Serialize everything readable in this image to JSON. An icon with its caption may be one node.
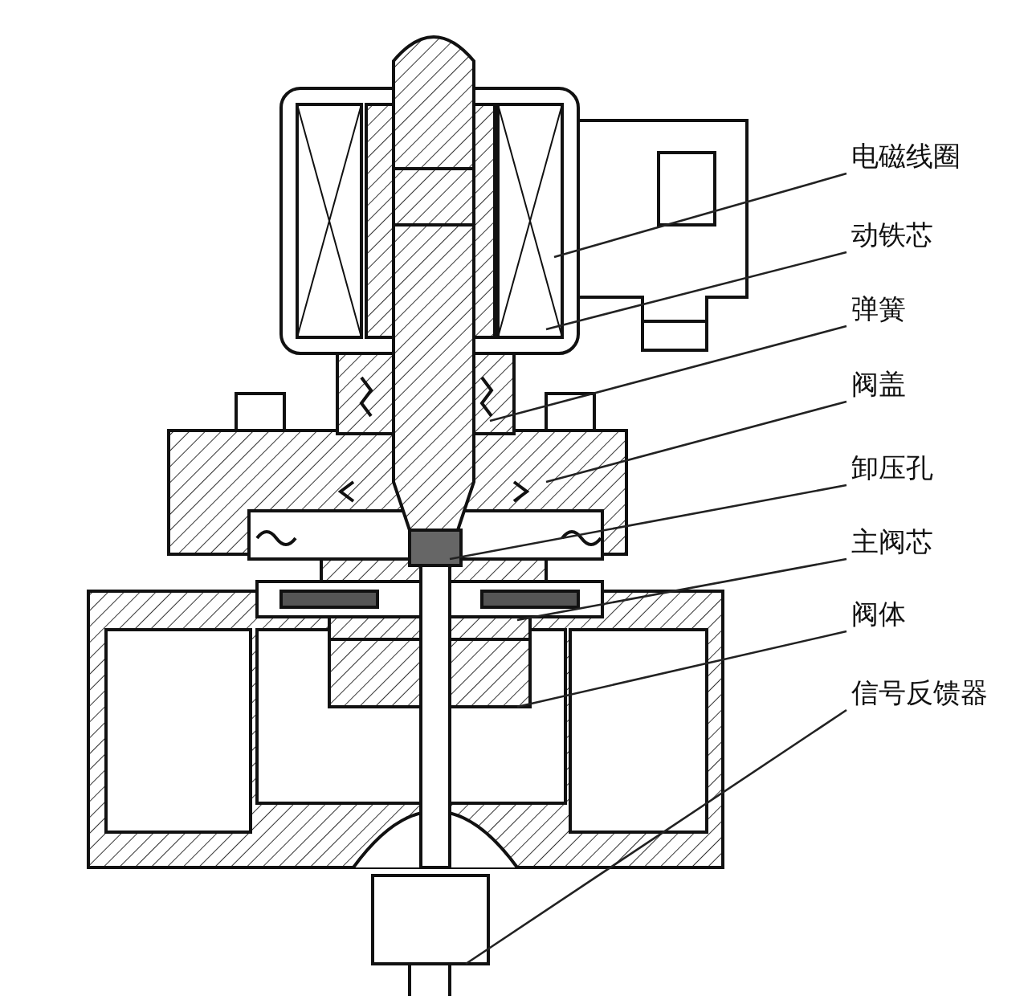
{
  "diagram": {
    "nodes": [
      {
        "text": [
          "电磁线圈"
        ]
      },
      {
        "text": [
          "动铁芯"
        ]
      },
      {
        "text": [
          "弹簧"
        ]
      },
      {
        "text": [
          "阀盖"
        ]
      },
      {
        "text": [
          "卸压孔"
        ]
      },
      {
        "text": [
          "主阀芯"
        ]
      },
      {
        "text": [
          "阀体"
        ]
      },
      {
        "text": [
          "信号反馈器"
        ]
      }
    ],
    "edges": [
      {
        "from": 0,
        "to": null,
        "arrow": "none"
      },
      {
        "from": 1,
        "to": null,
        "arrow": "none"
      },
      {
        "from": 2,
        "to": null,
        "arrow": "none"
      },
      {
        "from": 3,
        "to": null,
        "arrow": "none"
      },
      {
        "from": 4,
        "to": null,
        "arrow": "none"
      },
      {
        "from": 5,
        "to": null,
        "arrow": "none"
      },
      {
        "from": 6,
        "to": null,
        "arrow": "none"
      },
      {
        "from": 7,
        "to": null,
        "arrow": "none"
      }
    ]
  }
}
